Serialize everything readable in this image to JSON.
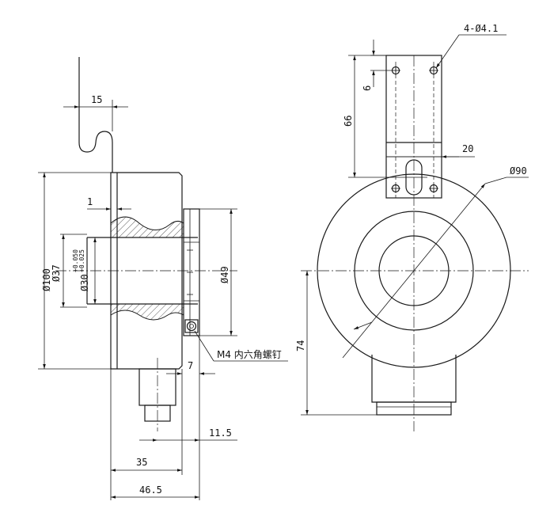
{
  "side_view": {
    "dims": {
      "cable_offset": "15",
      "step": "1",
      "d_body": "Ø100",
      "d_shaft": "Ø37",
      "d_bore": "Ø30",
      "tol_upper": "+0.050",
      "tol_lower": "+0.025",
      "d_flange": "Ø49",
      "gap": "7",
      "conn_offset": "11.5",
      "len_body": "35",
      "len_total": "46.5"
    },
    "note": "M4 内六角螺钉"
  },
  "front_view": {
    "dims": {
      "holes": "4-Ø4.1",
      "hole_spacing": "6",
      "bracket_height": "66",
      "bracket_width": "20",
      "d_outer": "Ø90",
      "center_height": "74"
    }
  }
}
